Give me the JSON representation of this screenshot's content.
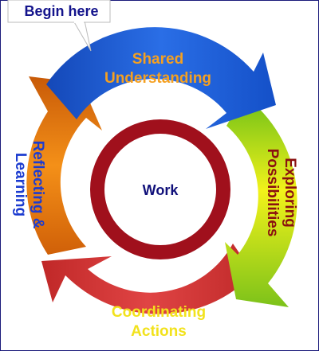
{
  "callout": {
    "label": "Begin here"
  },
  "center": {
    "label": "Work"
  },
  "segments": {
    "top": {
      "line1": "Shared",
      "line2": "Understanding"
    },
    "right": {
      "line1": "Exploring",
      "line2": "Possibilities"
    },
    "bottom": {
      "line1": "Coordinating",
      "line2": "Actions"
    },
    "left": {
      "line1": "Reflecting &",
      "line2": "Learning"
    }
  },
  "colors": {
    "frame": "#1a1a7a",
    "callout_text": "#14148c",
    "center_text": "#10107a",
    "ring": "#a0101c",
    "top_text": "#f5a020",
    "right_text": "#8a1010",
    "bottom_text": "#f2e21c",
    "left_text": "#1c3cd0"
  }
}
